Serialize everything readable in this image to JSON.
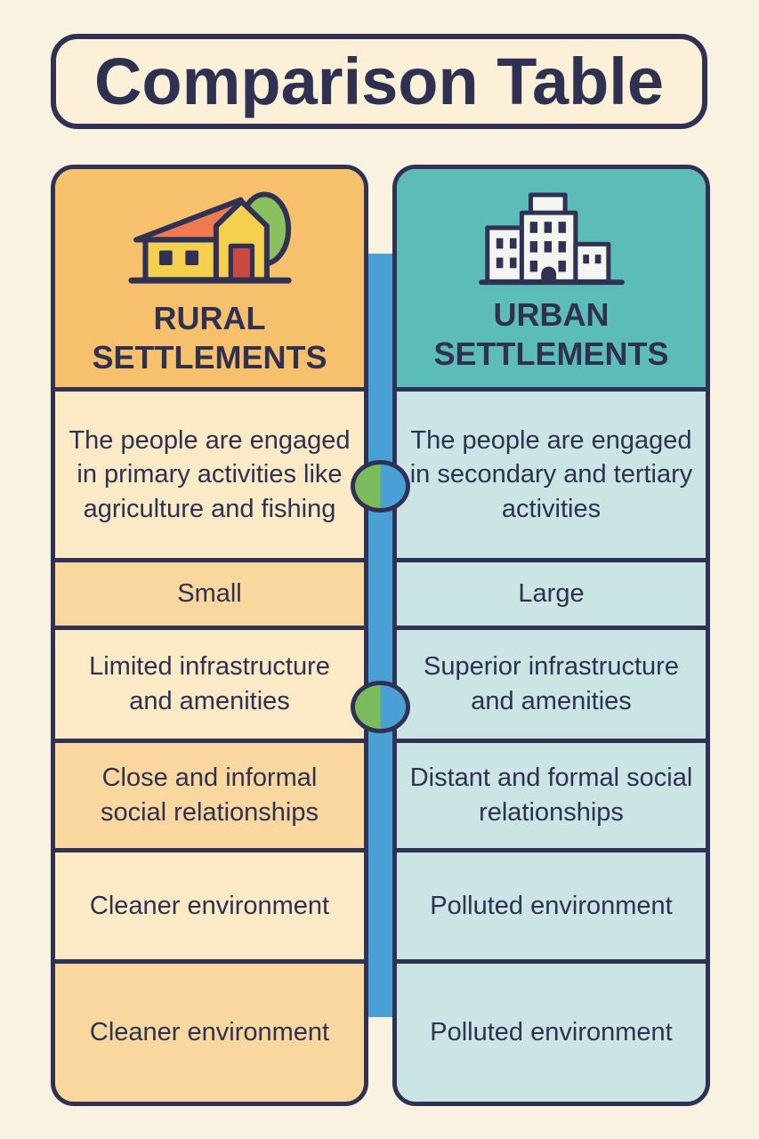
{
  "title": "Comparison Table",
  "colors": {
    "background": "#F9F2E1",
    "panel_fill": "#FCF0D8",
    "outline": "#2F3254",
    "text": "#2E3150",
    "rural_header_bg": "#F7C06D",
    "rural_row_light": "#FCE9C6",
    "rural_row_dark": "#F9D79E",
    "urban_header_bg": "#5BBCB8",
    "urban_row_light": "#CAE5E4",
    "connector_bar": "#4AA0D5",
    "connector_green": "#7CBB5C",
    "house_wall": "#F5D04F",
    "house_roof": "#EF7A52",
    "house_door": "#C84A42",
    "tree_green": "#8BC05E",
    "building_fill": "#F4F4F1"
  },
  "columns": {
    "rural": {
      "label": "RURAL SETTLEMENTS",
      "icon": "house-icon"
    },
    "urban": {
      "label": "URBAN SETTLEMENTS",
      "icon": "buildings-icon"
    }
  },
  "rows": [
    {
      "rural": "The people are engaged in primary activities like agriculture and fishing",
      "urban": "The people are engaged in secondary and tertiary activities"
    },
    {
      "rural": "Small",
      "urban": "Large"
    },
    {
      "rural": "Limited infrastructure and amenities",
      "urban": "Superior infrastructure and amenities"
    },
    {
      "rural": "Close and informal social relationships",
      "urban": "Distant and formal social relationships"
    },
    {
      "rural": "Cleaner environment",
      "urban": "Polluted environment"
    },
    {
      "rural": "Cleaner environment",
      "urban": "Polluted environment"
    }
  ]
}
